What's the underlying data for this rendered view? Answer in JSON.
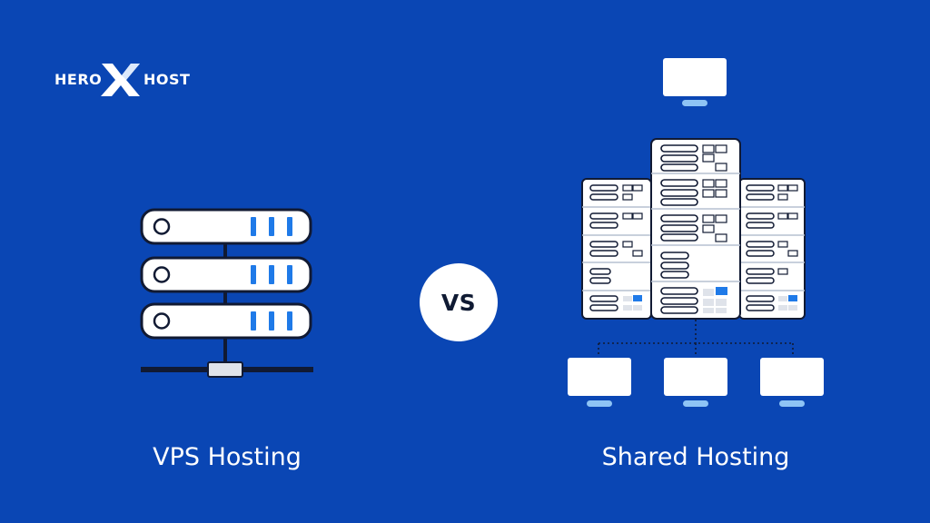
{
  "logo": {
    "word_left": "HERO",
    "word_right": "HOST",
    "mark": "X"
  },
  "comparison": {
    "left_label": "VPS Hosting",
    "vs_label": "VS",
    "right_label": "Shared Hosting"
  },
  "icons": {
    "left": "vps-server-stack-icon",
    "right": "shared-server-network-icon"
  },
  "colors": {
    "background": "#0a46b4",
    "panel": "#ffffff",
    "outline": "#111a33",
    "accent": "#1f7ae8",
    "accent_light": "#8ec4f5",
    "grey": "#dfe3ea"
  }
}
